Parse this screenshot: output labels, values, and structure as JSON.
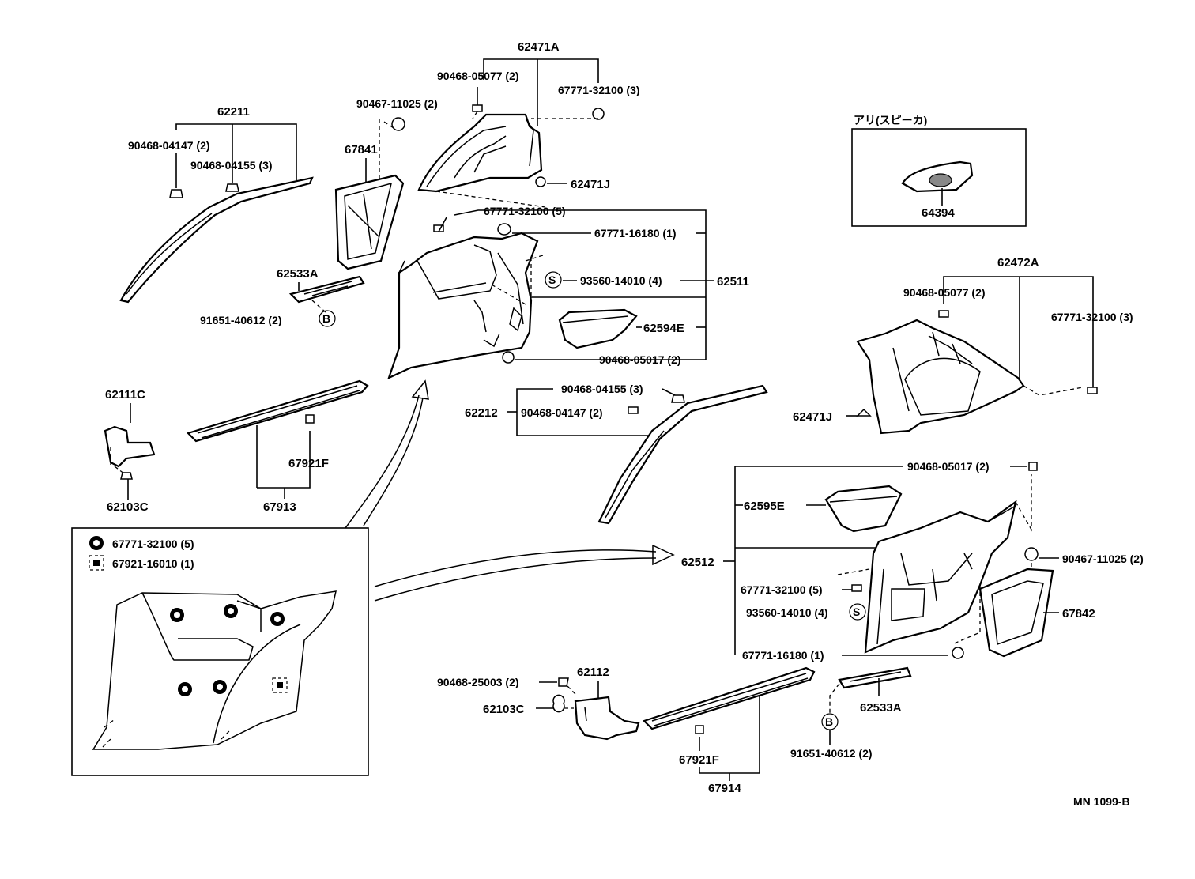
{
  "labels": {
    "p62471A": "62471A",
    "p90468_05077_a": "90468-05077 (2)",
    "p67771_32100_3a": "67771-32100 (3)",
    "p90467_11025_a": "90467-11025 (2)",
    "p62211": "62211",
    "p90468_04147_a": "90468-04147 (2)",
    "p90468_04155_a": "90468-04155 (3)",
    "p67841": "67841",
    "p62471J_a": "62471J",
    "p67771_32100_5a": "67771-32100 (5)",
    "p67771_16180_a": "67771-16180 (1)",
    "p93560_14010_a": "93560-14010 (4)",
    "p62511": "62511",
    "p62533A_a": "62533A",
    "p91651_40612_a": "91651-40612 (2)",
    "p62594E": "62594E",
    "p90468_05017_a": "90468-05017 (2)",
    "p62111C": "62111C",
    "p67921F_a": "67921F",
    "p62103C_a": "62103C",
    "p67913": "67913",
    "p90468_04155_b": "90468-04155 (3)",
    "p62212": "62212",
    "p90468_04147_b": "90468-04147 (2)",
    "p64394": "64394",
    "speaker_box": "アリ(スピーカ)",
    "p62472A": "62472A",
    "p90468_05077_b": "90468-05077 (2)",
    "p67771_32100_3b": "67771-32100 (3)",
    "p62471J_b": "62471J",
    "p90468_05017_b": "90468-05017 (2)",
    "p62595E": "62595E",
    "p62512": "62512",
    "p90467_11025_b": "90467-11025 (2)",
    "p67771_32100_5b": "67771-32100 (5)",
    "p93560_14010_b": "93560-14010 (4)",
    "p67842": "67842",
    "p67771_16180_b": "67771-16180 (1)",
    "p90468_25003": "90468-25003 (2)",
    "p62112": "62112",
    "p62103C_b": "62103C",
    "p62533A_b": "62533A",
    "p67921F_b": "67921F",
    "p91651_40612_b": "91651-40612 (2)",
    "p67914": "67914",
    "legend_1": "67771-32100 (5)",
    "legend_2": "67921-16010 (1)",
    "ref": "MN 1099-B"
  },
  "symbols": {
    "s_mark": "S",
    "b_mark": "B"
  }
}
